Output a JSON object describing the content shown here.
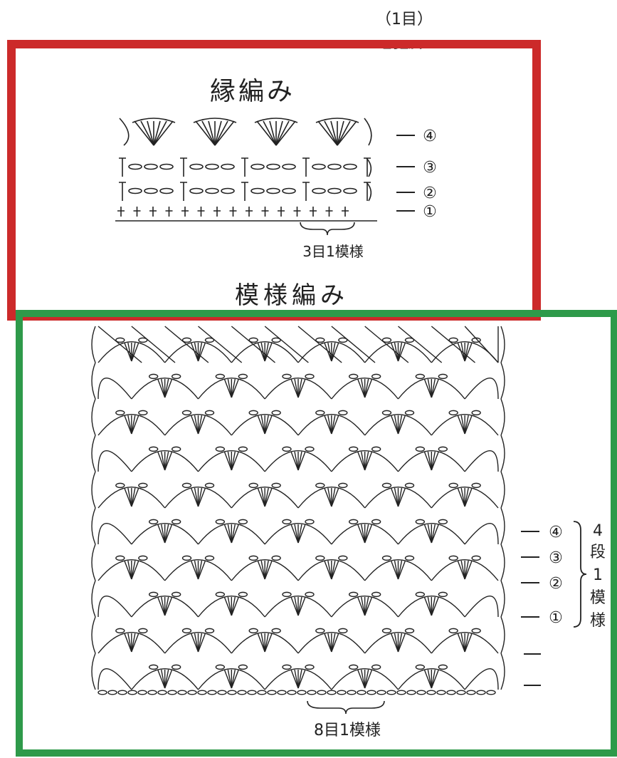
{
  "header": {
    "top_note": "（1目）",
    "top_note_sub": "立ち上がり"
  },
  "edging": {
    "title": "縁編み",
    "rows": [
      "④",
      "③",
      "②",
      "①"
    ],
    "repeat_label": "3目1模様"
  },
  "pattern": {
    "title": "模様編み",
    "rows": [
      "④",
      "③",
      "②",
      "①"
    ],
    "group_label": [
      "4",
      "段",
      "1",
      "模",
      "様"
    ],
    "repeat_label": "8目1模様"
  },
  "colors": {
    "edging_frame": "#cc2a2a",
    "pattern_frame": "#2e9a4a",
    "ink": "#222222"
  }
}
